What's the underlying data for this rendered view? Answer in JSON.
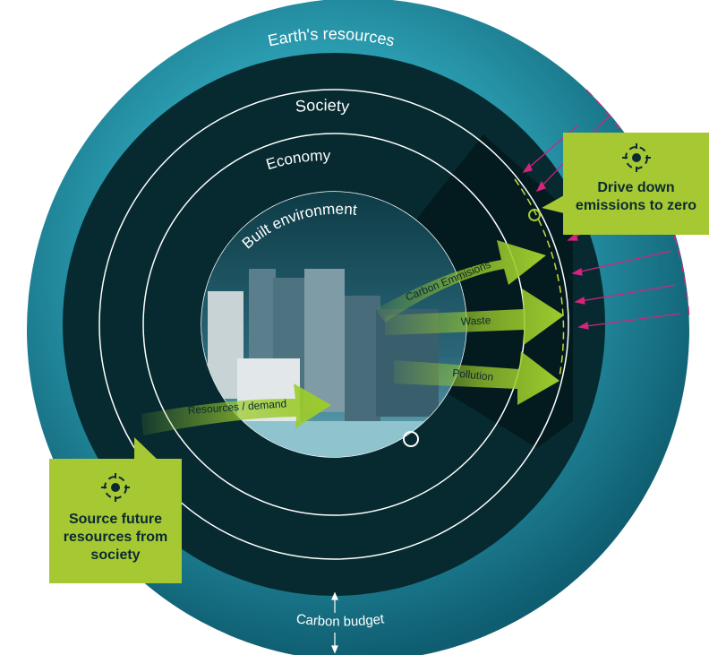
{
  "labels": {
    "earths_resources": "Earth's resources",
    "society": "Society",
    "economy": "Economy",
    "built_environment": "Built environment",
    "carbon_budget": "Carbon budget"
  },
  "flows": {
    "carbon_emissions": "Carbon Emmisions",
    "waste": "Waste",
    "pollution": "Pollution",
    "resources_demand": "Resources / demand"
  },
  "callouts": {
    "right": "Drive down\nemissions to zero",
    "left": "Source future\nresources from\nsociety",
    "icon": "target-icon"
  },
  "colors": {
    "globe_teal": "#2fa3b4",
    "inner_dark": "#062a30",
    "accent_green": "#a6c832",
    "arrow_green": "#9ccb2c",
    "magenta": "#d4247e",
    "ring_white": "#ffffff"
  }
}
